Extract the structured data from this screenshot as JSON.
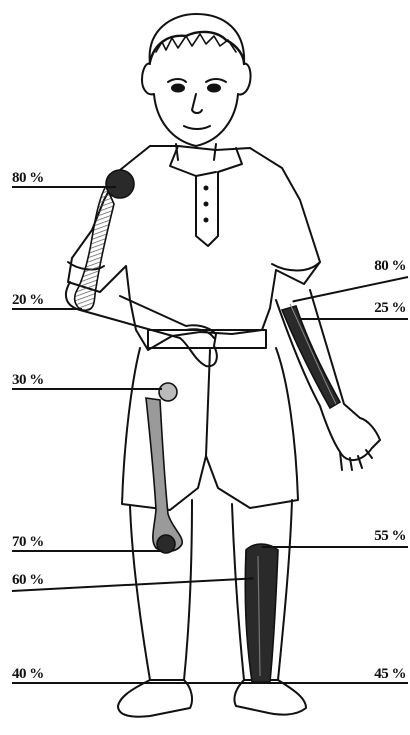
{
  "figure": {
    "labels": {
      "shoulder": "80 %",
      "elbow_left": "20 %",
      "hip": "30 %",
      "knee_left": "70 %",
      "knee_lower": "60 %",
      "ankle_left": "40 %",
      "elbow_right": "80 %",
      "wrist_right": "25 %",
      "knee_right": "55 %",
      "ankle_right": "45 %"
    },
    "colors": {
      "ink": "#111111",
      "bone": "#9a9a9a",
      "bone_dark": "#2a2a2a",
      "paper": "#ffffff"
    }
  }
}
